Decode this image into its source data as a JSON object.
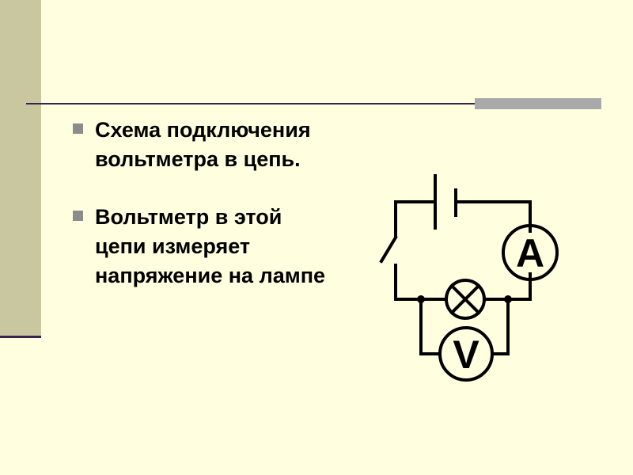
{
  "bullets": [
    "Схема подключения вольтметра в цепь.",
    "Вольтметр в этой цепи измеряет напряжение на лампе"
  ],
  "circuit": {
    "ammeter_symbol": "A",
    "voltmeter_symbol": "V"
  },
  "colors": {
    "background": "#ffffe0",
    "side_band": "#c9c7a0",
    "rule": "#3a2250",
    "accent_bar": "#a9a9ac",
    "bullet": "#8c8c8c"
  }
}
